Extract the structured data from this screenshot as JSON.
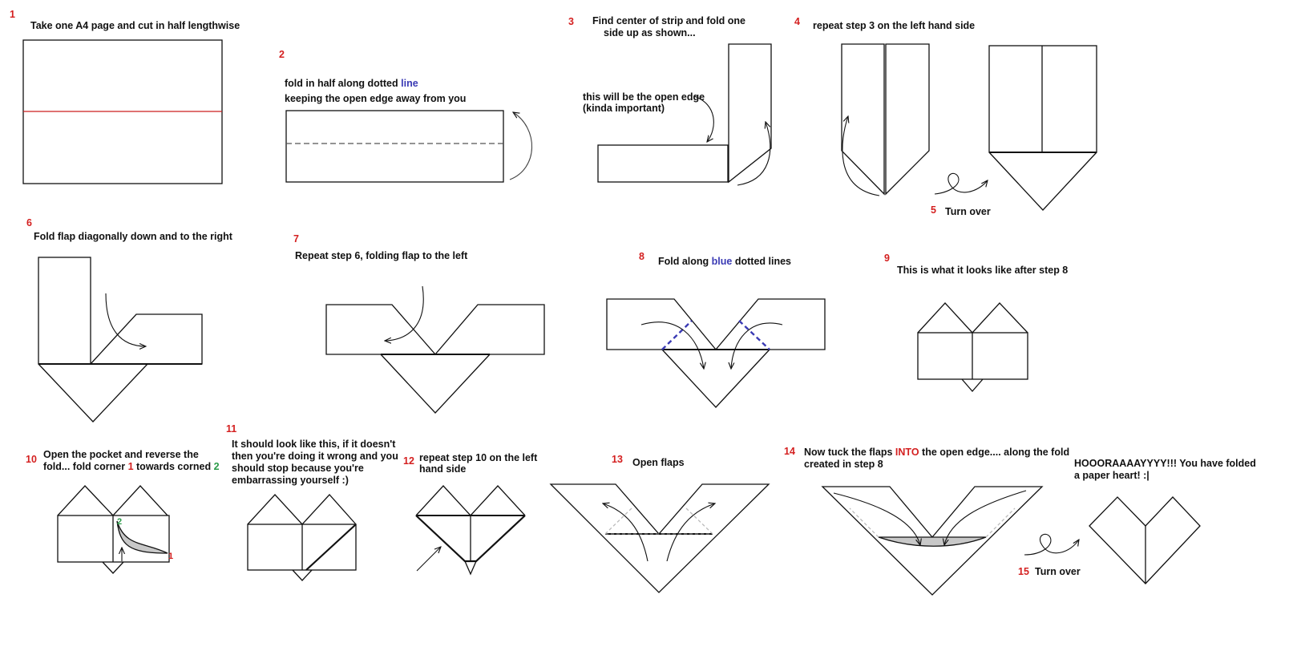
{
  "colors": {
    "ink": "#111111",
    "step_number": "#d42020",
    "blue_line": "#3a3ab4",
    "red_line": "#cc1f1f",
    "green": "#2a9a48",
    "shade": "#c8c8c8"
  },
  "steps": [
    {
      "number": "1",
      "lines": [
        "Take one A4 page and cut in half lengthwise"
      ]
    },
    {
      "number": "2",
      "lines": [
        "fold in half along dotted",
        "keeping the open edge away from you"
      ],
      "highlight": "line"
    },
    {
      "number": "3",
      "lines": [
        "Find center of strip and fold one",
        "side up as shown..."
      ],
      "note_lines": [
        "this will be the open edge",
        "(kinda important)"
      ]
    },
    {
      "number": "4",
      "lines": [
        "repeat step 3 on the left hand side"
      ]
    },
    {
      "number": "5",
      "lines": [
        "Turn over"
      ]
    },
    {
      "number": "6",
      "lines": [
        "Fold flap diagonally down and to the right"
      ]
    },
    {
      "number": "7",
      "lines": [
        "Repeat step 6, folding flap to the left"
      ]
    },
    {
      "number": "8",
      "lines": [
        "Fold along",
        "dotted lines"
      ],
      "highlight": "blue"
    },
    {
      "number": "9",
      "lines": [
        "This is what it looks like after step 8"
      ]
    },
    {
      "number": "10",
      "lines": [
        "Open the pocket and reverse the",
        "fold... fold corner",
        "towards corned"
      ],
      "corner_a": "1",
      "corner_b": "2"
    },
    {
      "number": "11",
      "lines": [
        "It should look like this, if it doesn't",
        "then you're doing it wrong and you",
        "should stop because you're",
        "embarrassing yourself :)"
      ]
    },
    {
      "number": "12",
      "lines": [
        "repeat step 10 on the left",
        "hand side"
      ]
    },
    {
      "number": "13",
      "lines": [
        "Open flaps"
      ]
    },
    {
      "number": "14",
      "lines": [
        "Now tuck the flaps",
        "the open edge.... along the fold",
        "created in step 8"
      ],
      "highlight": "INTO"
    },
    {
      "number": "15",
      "lines": [
        "Turn over"
      ]
    }
  ],
  "finale": {
    "lines": [
      "HOOORAAAAYYYY!!! You have folded",
      "a paper heart!   :|"
    ]
  }
}
